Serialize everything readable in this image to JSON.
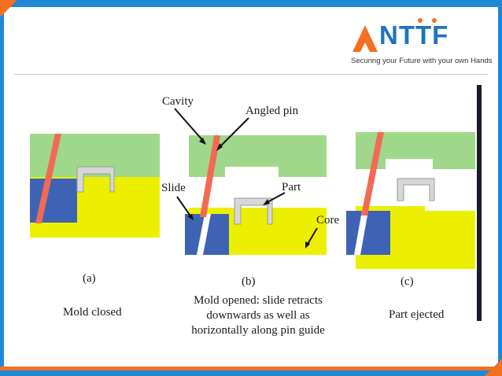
{
  "logo": {
    "brand": "NTTF",
    "tagline": "Securing your Future with your own Hands",
    "colors": {
      "orange": "#f37021",
      "blue": "#1e73be"
    }
  },
  "labels": {
    "cavity": "Cavity",
    "angled_pin": "Angled pin",
    "slide": "Slide",
    "part": "Part",
    "core": "Core"
  },
  "panels": [
    {
      "id": "(a)",
      "caption": "Mold closed"
    },
    {
      "id": "(b)",
      "caption_lines": [
        "Mold opened: slide retracts",
        "downwards as well as",
        "horizontally along pin guide"
      ]
    },
    {
      "id": "(c)",
      "caption": "Part ejected"
    }
  ],
  "colors": {
    "cavity": "#9fd88a",
    "core": "#ecf000",
    "slide": "#3f63b4",
    "pin": "#f26a55",
    "part": "#d7d7d7",
    "frame": "#1e88d6",
    "accent": "#f37021"
  }
}
